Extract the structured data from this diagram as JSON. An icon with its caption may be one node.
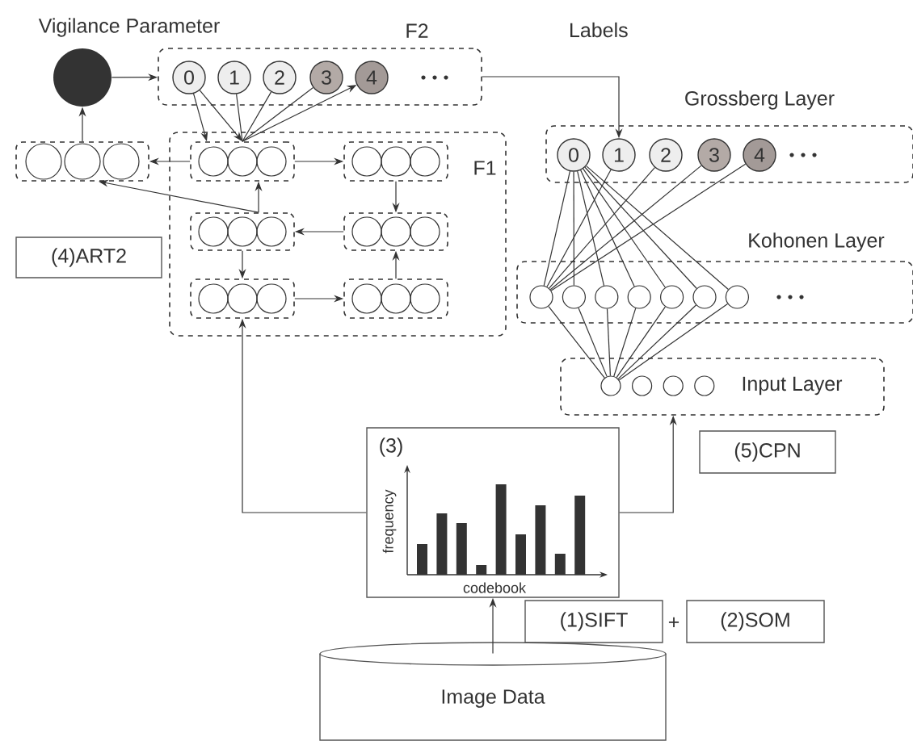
{
  "diagram": {
    "nodes": [
      {
        "text": [
          "Vigilance Parameter"
        ]
      },
      {
        "text": [
          "F2"
        ]
      },
      {
        "text": [
          "0"
        ],
        "in": 1
      },
      {
        "text": [
          "1"
        ],
        "in": 1
      },
      {
        "text": [
          "2"
        ],
        "in": 1
      },
      {
        "text": [
          "3"
        ],
        "in": 1
      },
      {
        "text": [
          "4"
        ],
        "in": 1
      },
      {
        "text": [],
        "shape": "box"
      },
      {
        "text": [
          "F1"
        ]
      },
      {
        "text": [],
        "shape": "box",
        "in": 8
      },
      {
        "text": [],
        "shape": "box",
        "in": 8
      },
      {
        "text": [],
        "shape": "box",
        "in": 8
      },
      {
        "text": [],
        "shape": "box",
        "in": 8
      },
      {
        "text": [],
        "shape": "box",
        "in": 8
      },
      {
        "text": [],
        "shape": "box",
        "in": 8
      },
      {
        "text": [
          "(4)ART2"
        ]
      },
      {
        "text": [
          "Grossberg Layer"
        ]
      },
      {
        "text": [
          "0"
        ],
        "in": 16
      },
      {
        "text": [
          "1"
        ],
        "in": 16
      },
      {
        "text": [
          "2"
        ],
        "in": 16
      },
      {
        "text": [
          "3"
        ],
        "in": 16
      },
      {
        "text": [
          "4"
        ],
        "in": 16
      },
      {
        "text": [
          "Kohonen Layer"
        ]
      },
      {
        "text": [],
        "shape": "circle",
        "in": 22
      },
      {
        "text": [],
        "shape": "circle",
        "in": 22
      },
      {
        "text": [],
        "shape": "circle",
        "in": 22
      },
      {
        "text": [],
        "shape": "circle",
        "in": 22
      },
      {
        "text": [],
        "shape": "circle",
        "in": 22
      },
      {
        "text": [],
        "shape": "circle",
        "in": 22
      },
      {
        "text": [],
        "shape": "circle",
        "in": 22
      },
      {
        "text": [
          "Input Layer"
        ]
      },
      {
        "text": [],
        "shape": "circle",
        "in": 30
      },
      {
        "text": [],
        "shape": "circle",
        "in": 30
      },
      {
        "text": [],
        "shape": "circle",
        "in": 30
      },
      {
        "text": [],
        "shape": "circle",
        "in": 30
      },
      {
        "text": [
          "(3)",
          "frequency",
          "codebook"
        ]
      },
      {
        "text": [
          "(5)CPN"
        ]
      },
      {
        "text": [
          "(1)SIFT"
        ]
      },
      {
        "text": [
          "(2)SOM"
        ]
      },
      {
        "text": [
          "Image Data"
        ]
      }
    ],
    "edges": [
      {
        "from": 0,
        "to": 1,
        "arrow": "to"
      },
      {
        "from": 7,
        "to": 0,
        "arrow": "to"
      },
      {
        "from": 9,
        "to": 7,
        "arrow": "to"
      },
      {
        "from": 11,
        "to": 7,
        "arrow": "to"
      },
      {
        "from": 11,
        "to": 9,
        "arrow": "to"
      },
      {
        "from": 9,
        "to": 10,
        "arrow": "to"
      },
      {
        "from": 10,
        "to": 12,
        "arrow": "to"
      },
      {
        "from": 12,
        "to": 11,
        "arrow": "to"
      },
      {
        "from": 11,
        "to": 13,
        "arrow": "to"
      },
      {
        "from": 13,
        "to": 14,
        "arrow": "to"
      },
      {
        "from": 14,
        "to": 12,
        "arrow": "to"
      },
      {
        "from": 2,
        "to": 9,
        "arrow": "to"
      },
      {
        "from": 2,
        "to": 9,
        "arrow": "to"
      },
      {
        "from": 3,
        "to": 9,
        "arrow": "none"
      },
      {
        "from": 4,
        "to": 9,
        "arrow": "none"
      },
      {
        "from": 5,
        "to": 9,
        "arrow": "none"
      },
      {
        "from": 9,
        "to": 6,
        "arrow": "to"
      },
      {
        "from": 1,
        "to": 18,
        "arrow": "to",
        "label": "Labels"
      },
      {
        "from": 17,
        "to": 23,
        "arrow": "none"
      },
      {
        "from": 17,
        "to": 24,
        "arrow": "none"
      },
      {
        "from": 17,
        "to": 25,
        "arrow": "none"
      },
      {
        "from": 17,
        "to": 26,
        "arrow": "none"
      },
      {
        "from": 17,
        "to": 27,
        "arrow": "none"
      },
      {
        "from": 17,
        "to": 28,
        "arrow": "none"
      },
      {
        "from": 17,
        "to": 29,
        "arrow": "none"
      },
      {
        "from": 18,
        "to": 23,
        "arrow": "none"
      },
      {
        "from": 19,
        "to": 23,
        "arrow": "none"
      },
      {
        "from": 20,
        "to": 23,
        "arrow": "none"
      },
      {
        "from": 21,
        "to": 23,
        "arrow": "none"
      },
      {
        "from": 23,
        "to": 31,
        "arrow": "none"
      },
      {
        "from": 24,
        "to": 31,
        "arrow": "none"
      },
      {
        "from": 25,
        "to": 31,
        "arrow": "none"
      },
      {
        "from": 26,
        "to": 31,
        "arrow": "none"
      },
      {
        "from": 27,
        "to": 31,
        "arrow": "none"
      },
      {
        "from": 28,
        "to": 31,
        "arrow": "none"
      },
      {
        "from": 29,
        "to": 31,
        "arrow": "none"
      },
      {
        "from": 35,
        "to": 13,
        "arrow": "to"
      },
      {
        "from": 35,
        "to": 30,
        "arrow": "to"
      },
      {
        "from": 39,
        "to": 35,
        "arrow": "to"
      }
    ],
    "labels": [
      "+"
    ]
  }
}
